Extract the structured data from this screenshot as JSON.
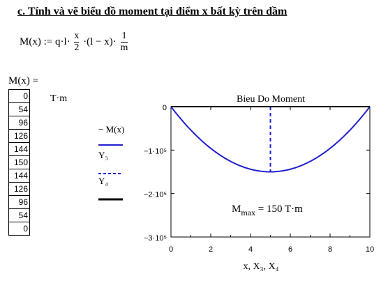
{
  "heading": "c. Tính và vẽ biểu đồ moment tại điểm x bất kỳ trên dầm",
  "formula": {
    "lhs": "M(x)",
    "assign": ":=",
    "parts": [
      "q·l·",
      "·(l − x)·"
    ],
    "frac1": {
      "num": "x",
      "den": "2"
    },
    "frac2": {
      "num": "1",
      "den": "m"
    }
  },
  "result_label": "M(x) =",
  "result_values": [
    "0",
    "54",
    "96",
    "126",
    "144",
    "150",
    "144",
    "126",
    "96",
    "54",
    "0"
  ],
  "unit": "T·m",
  "chart_data": {
    "type": "line",
    "title": "Bieu Do Moment",
    "xlabel": "x, X₃, X₄",
    "xlim": [
      0,
      10
    ],
    "ylim": [
      -300000,
      0
    ],
    "x_ticks": [
      "0",
      "2",
      "4",
      "6",
      "8",
      "10"
    ],
    "y_ticks": [
      {
        "value": 0,
        "label": "0"
      },
      {
        "value": -100000,
        "label": "−1·10⁵"
      },
      {
        "value": -200000,
        "label": "−2·10⁵"
      },
      {
        "value": -300000,
        "label": "−3·10⁵"
      }
    ],
    "series": [
      {
        "name": "− M(x)",
        "style": "solid",
        "color": "#1f1fd0",
        "x": [
          0,
          1,
          2,
          3,
          4,
          5,
          6,
          7,
          8,
          9,
          10
        ],
        "y": [
          0,
          -54000,
          -96000,
          -126000,
          -144000,
          -150000,
          -144000,
          -126000,
          -96000,
          -54000,
          0
        ]
      },
      {
        "name": "Y₃",
        "style": "dashed",
        "color": "#1f1fd0",
        "x": [
          5,
          5
        ],
        "y": [
          0,
          -150000
        ]
      },
      {
        "name": "Y₄",
        "style": "solid",
        "color": "#000000",
        "x": [
          0,
          10
        ],
        "y": [
          0,
          0
        ]
      }
    ],
    "annotation": "M",
    "annotation_sub": "max",
    "annotation_rest": " = 150 T·m"
  }
}
